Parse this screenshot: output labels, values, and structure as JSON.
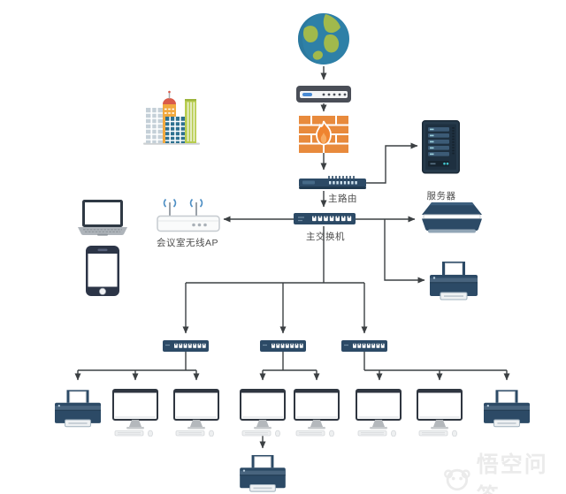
{
  "diagram": {
    "type": "network-topology",
    "labels": {
      "main_router": "主路由",
      "core_switch": "主交换机",
      "wireless_ap": "会议室无线AP",
      "server": "服务器"
    },
    "watermark": "悟空问答",
    "colors": {
      "device_navy": "#2c4a66",
      "firewall_orange": "#e88a3c",
      "flame_orange": "#ef8430",
      "globe_ocean": "#2e80a7",
      "globe_land": "#a1b94c",
      "modem_gray": "#4a4e57",
      "wire": "#3c4043",
      "label_text": "#4c4c4c",
      "watermark_gray": "#ebebeb"
    },
    "icons": [
      "internet-globe-icon",
      "modem-icon",
      "firewall-icon",
      "router-icon",
      "core-switch-icon",
      "server-tower-icon",
      "scanner-icon",
      "printer-icon",
      "office-buildings-icon",
      "laptop-icon",
      "smartphone-icon",
      "wireless-ap-icon",
      "access-switch-icon",
      "desktop-monitor-icon"
    ],
    "nodes": [
      {
        "id": "internet",
        "icon": "internet-globe-icon",
        "label": ""
      },
      {
        "id": "modem",
        "icon": "modem-icon",
        "label": ""
      },
      {
        "id": "firewall",
        "icon": "firewall-icon",
        "label": ""
      },
      {
        "id": "main-router",
        "icon": "router-icon",
        "label": "主路由"
      },
      {
        "id": "server",
        "icon": "server-tower-icon",
        "label": "服务器"
      },
      {
        "id": "core-switch",
        "icon": "core-switch-icon",
        "label": "主交换机"
      },
      {
        "id": "wireless-ap",
        "icon": "wireless-ap-icon",
        "label": "会议室无线AP"
      },
      {
        "id": "laptop",
        "icon": "laptop-icon",
        "label": ""
      },
      {
        "id": "smartphone",
        "icon": "smartphone-icon",
        "label": ""
      },
      {
        "id": "buildings",
        "icon": "office-buildings-icon",
        "label": ""
      },
      {
        "id": "scanner",
        "icon": "scanner-icon",
        "label": ""
      },
      {
        "id": "printer-right",
        "icon": "printer-icon",
        "label": ""
      },
      {
        "id": "access-switch-1",
        "icon": "access-switch-icon",
        "label": ""
      },
      {
        "id": "access-switch-2",
        "icon": "access-switch-icon",
        "label": ""
      },
      {
        "id": "access-switch-3",
        "icon": "access-switch-icon",
        "label": ""
      },
      {
        "id": "printer-left",
        "icon": "printer-icon",
        "label": ""
      },
      {
        "id": "pc-1",
        "icon": "desktop-monitor-icon",
        "label": ""
      },
      {
        "id": "pc-2",
        "icon": "desktop-monitor-icon",
        "label": ""
      },
      {
        "id": "pc-3",
        "icon": "desktop-monitor-icon",
        "label": ""
      },
      {
        "id": "pc-4",
        "icon": "desktop-monitor-icon",
        "label": ""
      },
      {
        "id": "pc-5",
        "icon": "desktop-monitor-icon",
        "label": ""
      },
      {
        "id": "pc-6",
        "icon": "desktop-monitor-icon",
        "label": ""
      },
      {
        "id": "printer-far-right",
        "icon": "printer-icon",
        "label": ""
      },
      {
        "id": "printer-bottom",
        "icon": "printer-icon",
        "label": ""
      }
    ],
    "edges": [
      {
        "from": "internet",
        "to": "modem"
      },
      {
        "from": "modem",
        "to": "firewall"
      },
      {
        "from": "firewall",
        "to": "main-router"
      },
      {
        "from": "main-router",
        "to": "server"
      },
      {
        "from": "main-router",
        "to": "core-switch"
      },
      {
        "from": "core-switch",
        "to": "wireless-ap"
      },
      {
        "from": "core-switch",
        "to": "scanner"
      },
      {
        "from": "core-switch",
        "to": "printer-right"
      },
      {
        "from": "core-switch",
        "to": "access-switch-1"
      },
      {
        "from": "core-switch",
        "to": "access-switch-2"
      },
      {
        "from": "core-switch",
        "to": "access-switch-3"
      },
      {
        "from": "access-switch-1",
        "to": "printer-left"
      },
      {
        "from": "access-switch-1",
        "to": "pc-1"
      },
      {
        "from": "access-switch-1",
        "to": "pc-2"
      },
      {
        "from": "access-switch-2",
        "to": "pc-3"
      },
      {
        "from": "access-switch-2",
        "to": "pc-4"
      },
      {
        "from": "access-switch-3",
        "to": "pc-5"
      },
      {
        "from": "access-switch-3",
        "to": "pc-6"
      },
      {
        "from": "access-switch-3",
        "to": "printer-far-right"
      },
      {
        "from": "pc-3",
        "to": "printer-bottom"
      }
    ]
  }
}
